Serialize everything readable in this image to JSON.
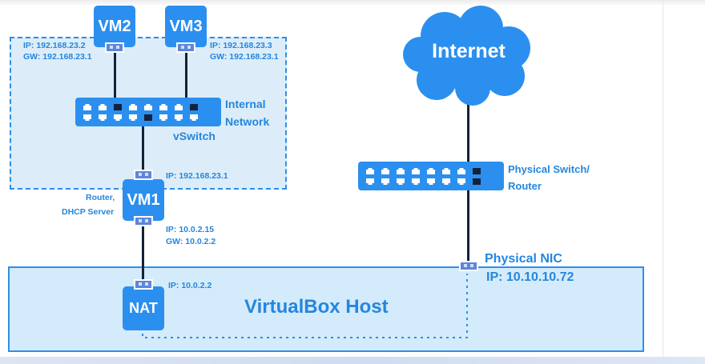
{
  "colors": {
    "accent": "#2b8ff0",
    "label": "#2586de",
    "region_fill": "#d4ebfb",
    "wire": "#142238"
  },
  "internal_network": {
    "label_line1": "Internal",
    "label_line2": "Network",
    "switch_label": "vSwitch"
  },
  "vm2": {
    "name": "VM2",
    "ip": "IP: 192.168.23.2",
    "gw": "GW: 192.168.23.1"
  },
  "vm3": {
    "name": "VM3",
    "ip": "IP:  192.168.23.3",
    "gw": "GW: 192.168.23.1"
  },
  "vm1": {
    "name": "VM1",
    "role_line1": "Router,",
    "role_line2": "DHCP Server",
    "internal_ip": "IP: 192.168.23.1",
    "external_ip": "IP:  10.0.2.15",
    "external_gw": "GW: 10.0.2.2"
  },
  "nat": {
    "name": "NAT",
    "ip": "IP: 10.0.2.2"
  },
  "host": {
    "label": "VirtualBox Host",
    "nic_label": "Physical NIC",
    "nic_ip": "IP: 10.10.10.72"
  },
  "internet": {
    "label": "Internet"
  },
  "physical_switch": {
    "label_line1": "Physical Switch/",
    "label_line2": "Router"
  }
}
